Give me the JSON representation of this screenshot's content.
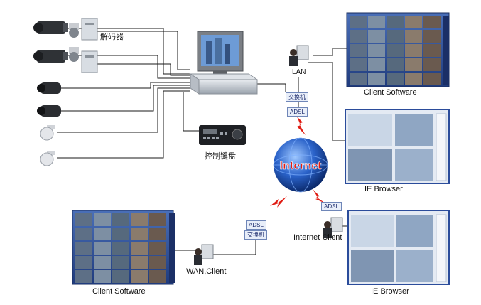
{
  "labels": {
    "decoder": "解码器",
    "keyboard": "控制键盘",
    "lan": "LAN",
    "client_software_top": "Client  Software",
    "ie_browser_mid": "IE Browser",
    "ie_browser_bottom": "IE Browser",
    "client_software_bottom": "Client  Software",
    "wan_client": "WAN,Client",
    "internet_client": "Internet Client",
    "internet": "Internet"
  },
  "tags": {
    "switch_top": "交换机",
    "adsl_top": "ADSL",
    "adsl_left": "ADSL",
    "switch_left": "交换机",
    "adsl_right": "ADSL"
  },
  "colors": {
    "line": "#1a1a1a",
    "lightning": "#e01b12",
    "globe": "#1d4fae",
    "internet_text": "#e01b12",
    "screen_frame": "#2b4c9b",
    "tag_border": "#6f86b8"
  }
}
